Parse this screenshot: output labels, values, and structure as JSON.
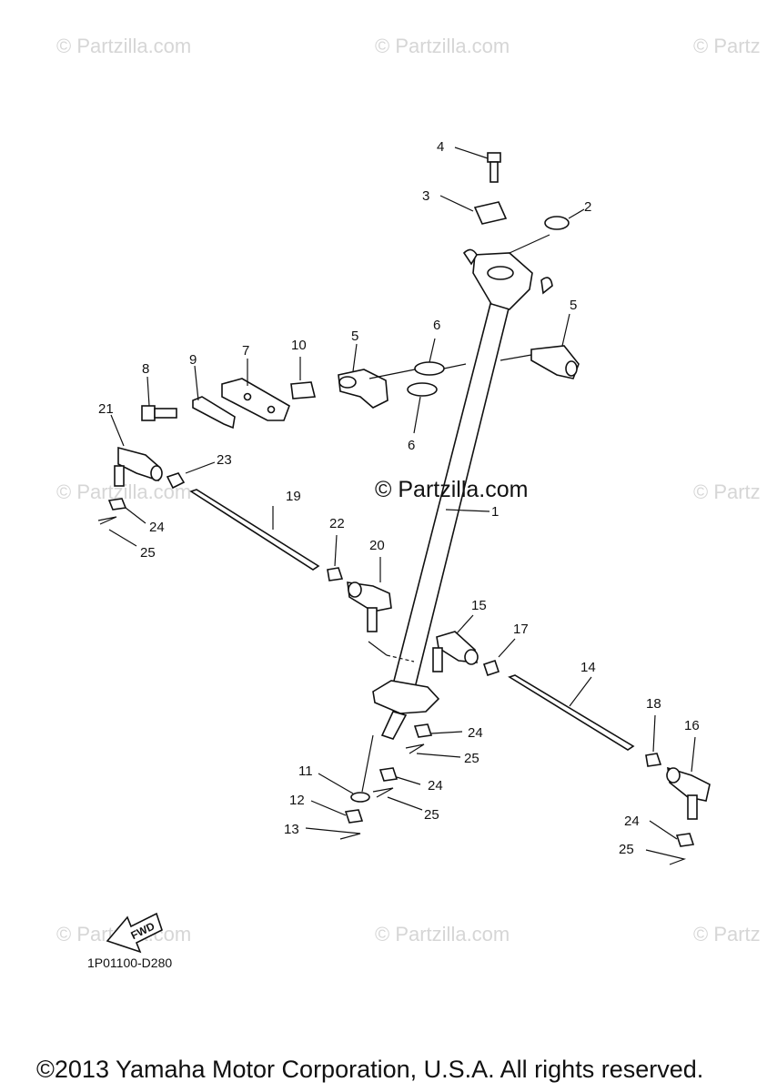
{
  "watermark": "© Partzilla.com",
  "watermark_partial": "© Partz",
  "center_watermark": "© Partzilla.com",
  "diagram_code": "1P01100-D280",
  "copyright": "©2013 Yamaha Motor Corporation, U.S.A. All rights reserved.",
  "fwd_label": "FWD",
  "callouts": [
    "1",
    "2",
    "3",
    "4",
    "5",
    "5",
    "6",
    "6",
    "7",
    "8",
    "9",
    "10",
    "11",
    "12",
    "13",
    "14",
    "15",
    "16",
    "17",
    "18",
    "19",
    "20",
    "21",
    "22",
    "23",
    "24",
    "24",
    "24",
    "24",
    "25",
    "25",
    "25",
    "25"
  ]
}
